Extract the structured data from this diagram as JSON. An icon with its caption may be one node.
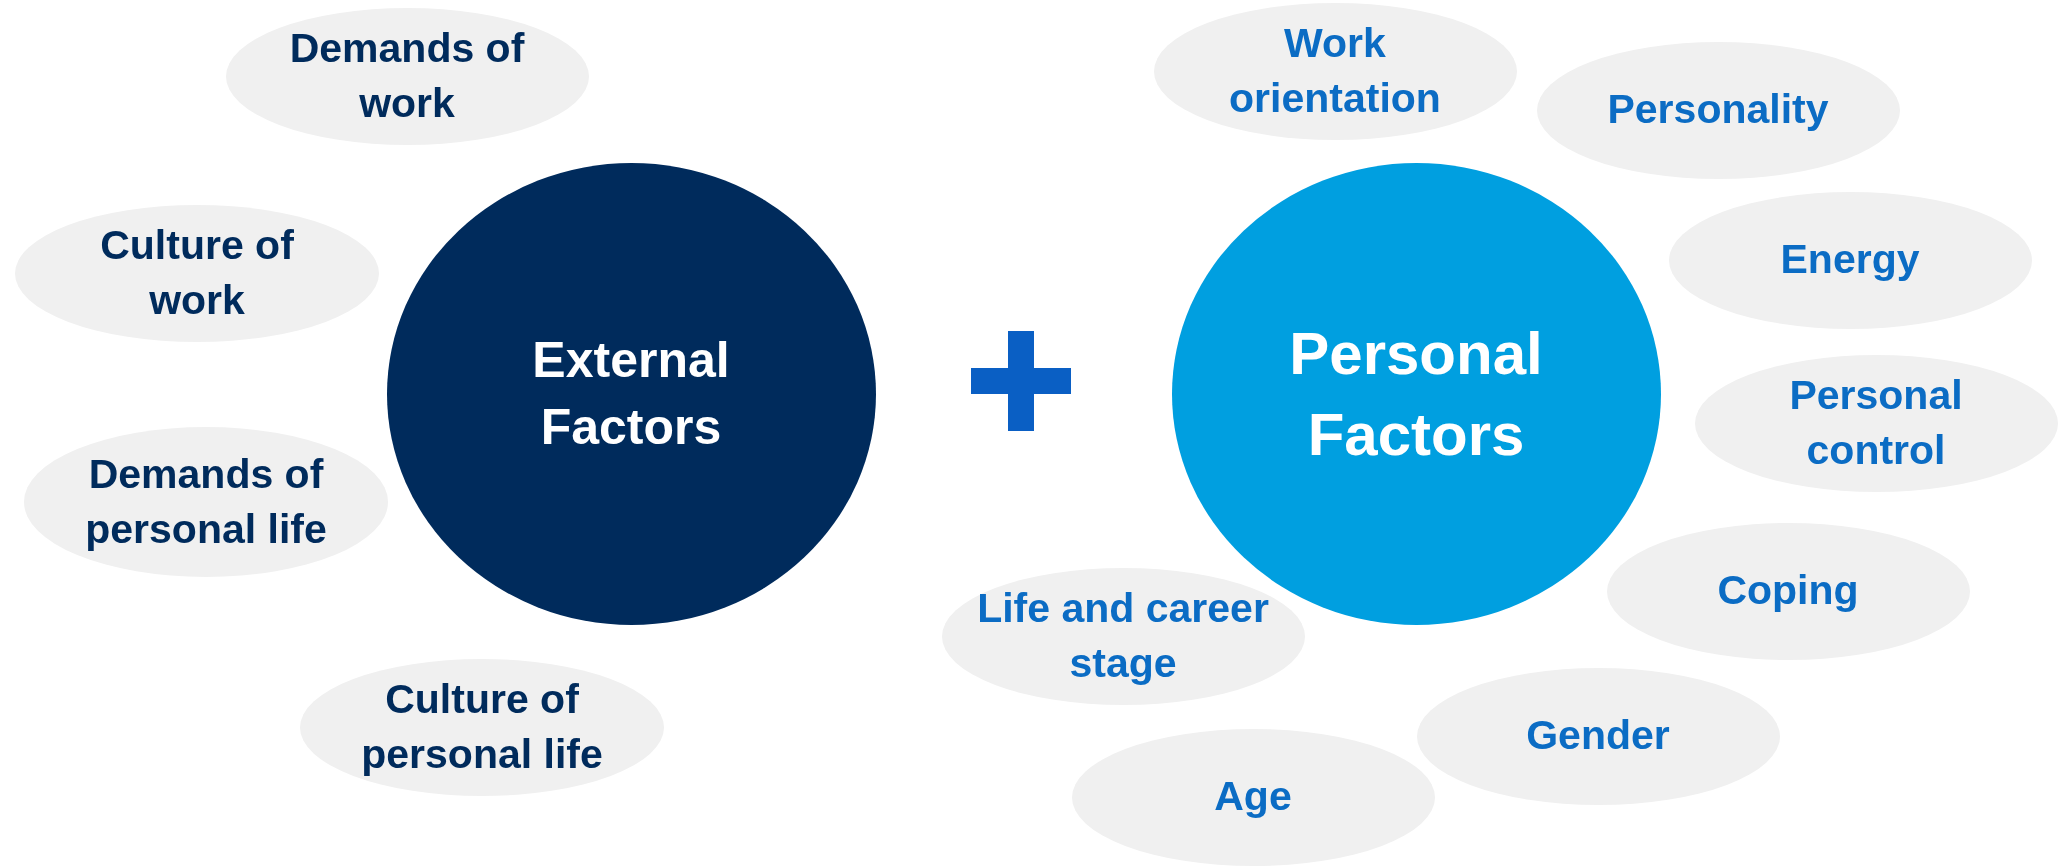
{
  "diagram": {
    "nodes": [
      {
        "text": [
          "Demands of work"
        ]
      },
      {
        "text": [
          "Culture of work"
        ]
      },
      {
        "text": [
          "External Factors"
        ]
      },
      {
        "text": [
          "Demands of personal life"
        ]
      },
      {
        "text": [
          "Culture of personal life"
        ]
      },
      {
        "text": [
          "Work orientation"
        ]
      },
      {
        "text": [
          "Personality"
        ]
      },
      {
        "text": [
          "Energy"
        ]
      },
      {
        "text": [
          "Personal Factors"
        ]
      },
      {
        "text": [
          "Personal control"
        ]
      },
      {
        "text": [
          "Coping"
        ]
      },
      {
        "text": [
          "Life and career stage"
        ]
      },
      {
        "text": [
          "Gender"
        ]
      },
      {
        "text": [
          "Age"
        ]
      }
    ]
  }
}
